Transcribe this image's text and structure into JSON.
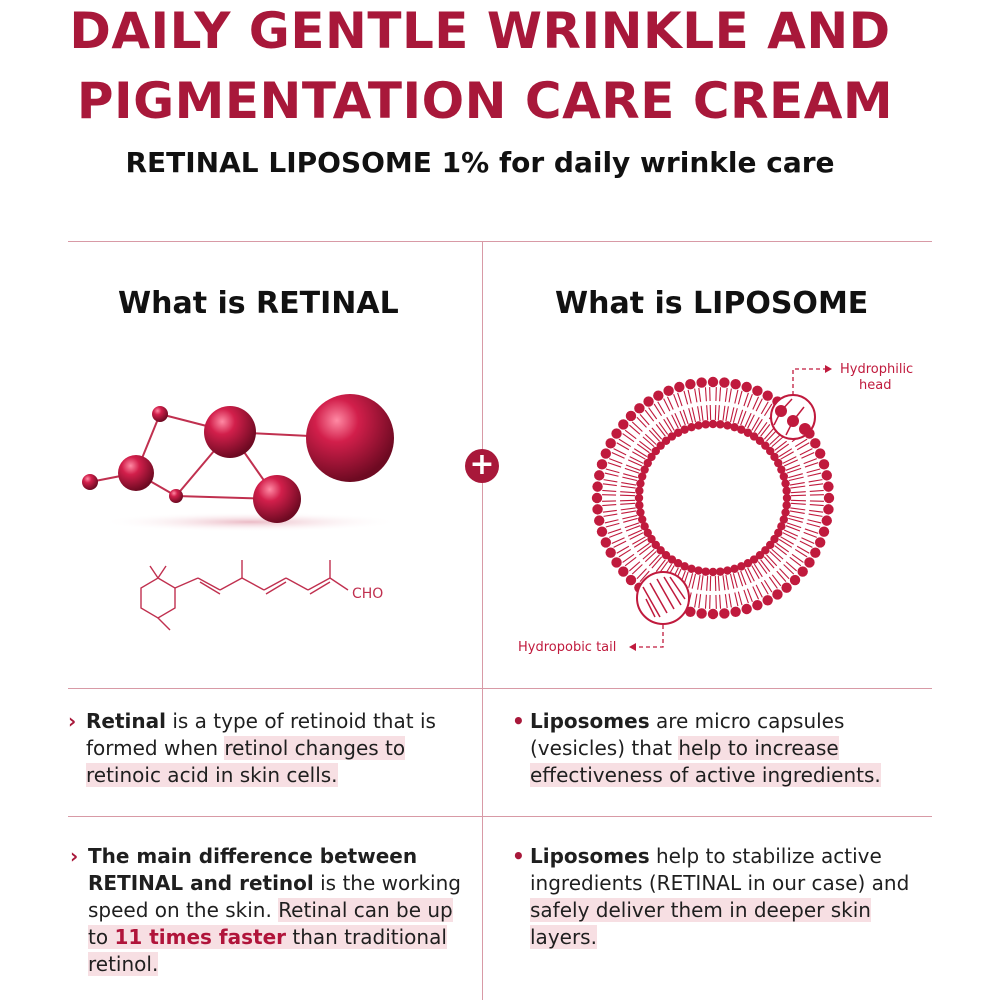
{
  "header": {
    "title_line1": "DAILY GENTLE WRINKLE AND",
    "title_line2": "PIGMENTATION CARE CREAM",
    "subtitle": "RETINAL LIPOSOME 1% for daily wrinkle care"
  },
  "left": {
    "heading": "What is RETINAL",
    "formula_label": "CHO",
    "bullet1": {
      "b1": "Retinal",
      "t1": " is a type of retinoid that is formed when ",
      "h1": "retinol changes to retinoic acid in skin cells."
    },
    "bullet2": {
      "b1": "The main difference between RETINAL and retinol",
      "t1": " is the working speed  on the skin. ",
      "h1": "Retinal can be up to ",
      "r1": "11 times faster",
      "h2": " than traditional retinol."
    }
  },
  "right": {
    "heading": "What is LIPOSOME",
    "label_head_line1": "Hydrophilic",
    "label_head_line2": "head",
    "label_tail": "Hydropobic tail",
    "bullet1": {
      "b1": "Liposomes",
      "t1": " are micro capsules (vesicles) that ",
      "h1": "help to increase effectiveness of active ingredients."
    },
    "bullet2": {
      "b1": "Liposomes",
      "t1": " help to stabilize active ingredients (RETINAL in our case) and ",
      "h1": "safely deliver them in deeper skin layers."
    }
  },
  "plus_symbol": "+",
  "colors": {
    "accent": "#a8183a",
    "highlight": "#f7dfe3",
    "rule": "#d89aa6"
  }
}
